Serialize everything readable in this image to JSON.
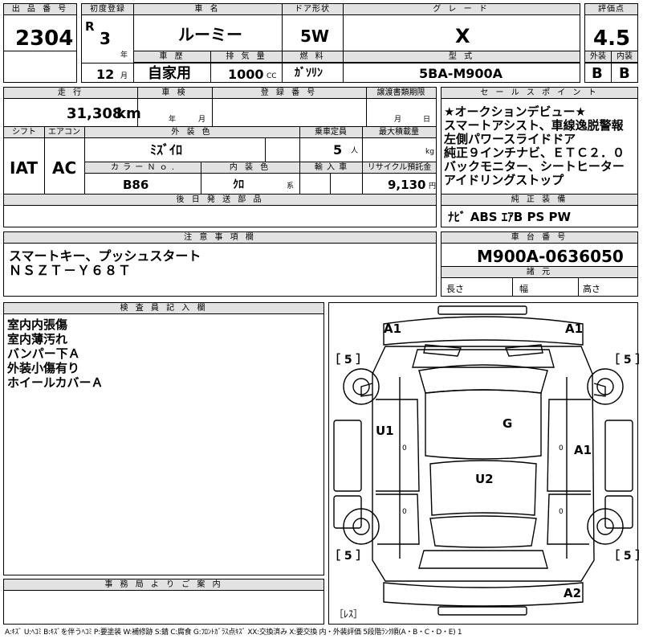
{
  "header": {
    "lot_no_label": "出 品 番 号",
    "lot_no": "2304",
    "first_reg_label": "初度登録",
    "era": "R",
    "reg_year": "3",
    "year_unit": "年",
    "reg_month": "12",
    "month_unit": "月",
    "car_name_label": "車 名",
    "car_name": "ルーミー",
    "door_label": "ドア形状",
    "door": "5W",
    "grade_label": "グ レ ー ド",
    "grade": "X",
    "score_label": "評価点",
    "score": "4.5",
    "history_label": "車 歴",
    "history": "自家用",
    "displacement_label": "排 気 量",
    "displacement": "1000",
    "cc_unit": "CC",
    "fuel_label": "燃 料",
    "fuel": "ｶﾞｿﾘﾝ",
    "model_label": "型 式",
    "model": "5BA-M900A",
    "exterior_label": "外装",
    "exterior": "B",
    "interior_label": "内装",
    "interior": "B"
  },
  "row2": {
    "mileage_label": "走 行",
    "mileage": "31,308",
    "km_unit": "km",
    "inspection_label": "車 検",
    "insp_year_unit": "年",
    "insp_month_unit": "月",
    "reg_no_label": "登 録 番 号",
    "transfer_label": "譲渡書類期限",
    "transfer_month_unit": "月",
    "transfer_day_unit": "日"
  },
  "row3": {
    "shift_label": "シフト",
    "shift": "IAT",
    "ac_label": "エアコン",
    "ac": "AC",
    "ext_color_label": "外 装 色",
    "ext_color": "ﾐｽﾞｲﾛ",
    "capacity_label": "乗車定員",
    "capacity": "5",
    "capacity_unit": "人",
    "max_load_label": "最大積載量",
    "max_load_unit": "kg",
    "color_no_label": "カ ラ ー Ｎ ｏ .",
    "color_no": "B86",
    "int_color_label": "内 装 色",
    "int_color": "ｸﾛ",
    "int_color_unit": "系",
    "import_label": "輸 入 車",
    "recycle_label": "リサイクル預託金",
    "recycle": "9,130",
    "recycle_unit": "円"
  },
  "later_parts_label": "後 日 発 送 部 品",
  "sales_points": {
    "label": "セ ー ル ス ポ イ ン ト",
    "lines": [
      "★オークションデビュー★",
      "スマートアシスト、車線逸脱警報",
      "左側パワースライドドア",
      "純正９インチナビ、ＥＴＣ２．０",
      "バックモニター、シートヒーター",
      "アイドリングストップ"
    ]
  },
  "equipment": {
    "label": "純 正 装 備",
    "value": "ﾅﾋﾞ ABS ｴｱB PS PW"
  },
  "notes": {
    "label": "注 意 事 項 欄",
    "lines": [
      "スマートキー、プッシュスタート",
      "ＮＳＺＴ－Ｙ６８Ｔ"
    ]
  },
  "chassis": {
    "label": "車 台 番 号",
    "value": "M900A-0636050",
    "spec_label": "諸 元",
    "length_label": "長さ",
    "width_label": "幅",
    "height_label": "高さ"
  },
  "inspector": {
    "label": "検 査 員 記 入 欄",
    "lines": [
      "室内内張傷",
      "室内薄汚れ",
      "バンパー下Ａ",
      "外装小傷有り",
      "ホイールカバーＡ"
    ]
  },
  "office": {
    "label": "事 務 局 よ り ご 案 内"
  },
  "diagram": {
    "marks": {
      "a1_fl": "A1",
      "a1_fr": "A1",
      "u1": "U1",
      "g": "G",
      "a1_rd": "A1",
      "u2": "U2",
      "a2": "A2"
    },
    "tires": {
      "fl": "［ 5 ］",
      "fr": "［ 5 ］",
      "rl": "［ 5 ］",
      "rr": "［ 5 ］"
    },
    "tire_zeros": {
      "l1": "0",
      "r1": "0",
      "l2": "0",
      "r2": "0"
    },
    "spare": "［ﾚｽ］"
  },
  "legend": "A:ｷｽﾞ U:ﾍｺﾐ B:ｷｽﾞを伴うﾍｺﾐ P:要塗装 W:補修跡 S:錆 C:腐食 G:ﾌﾛﾝﾄｶﾞﾗｽ点ｷｽﾞ XX:交換済み X:要交換 内・外装評価 5段階ﾗﾝｸ順(A・B・C・D・E) 1"
}
